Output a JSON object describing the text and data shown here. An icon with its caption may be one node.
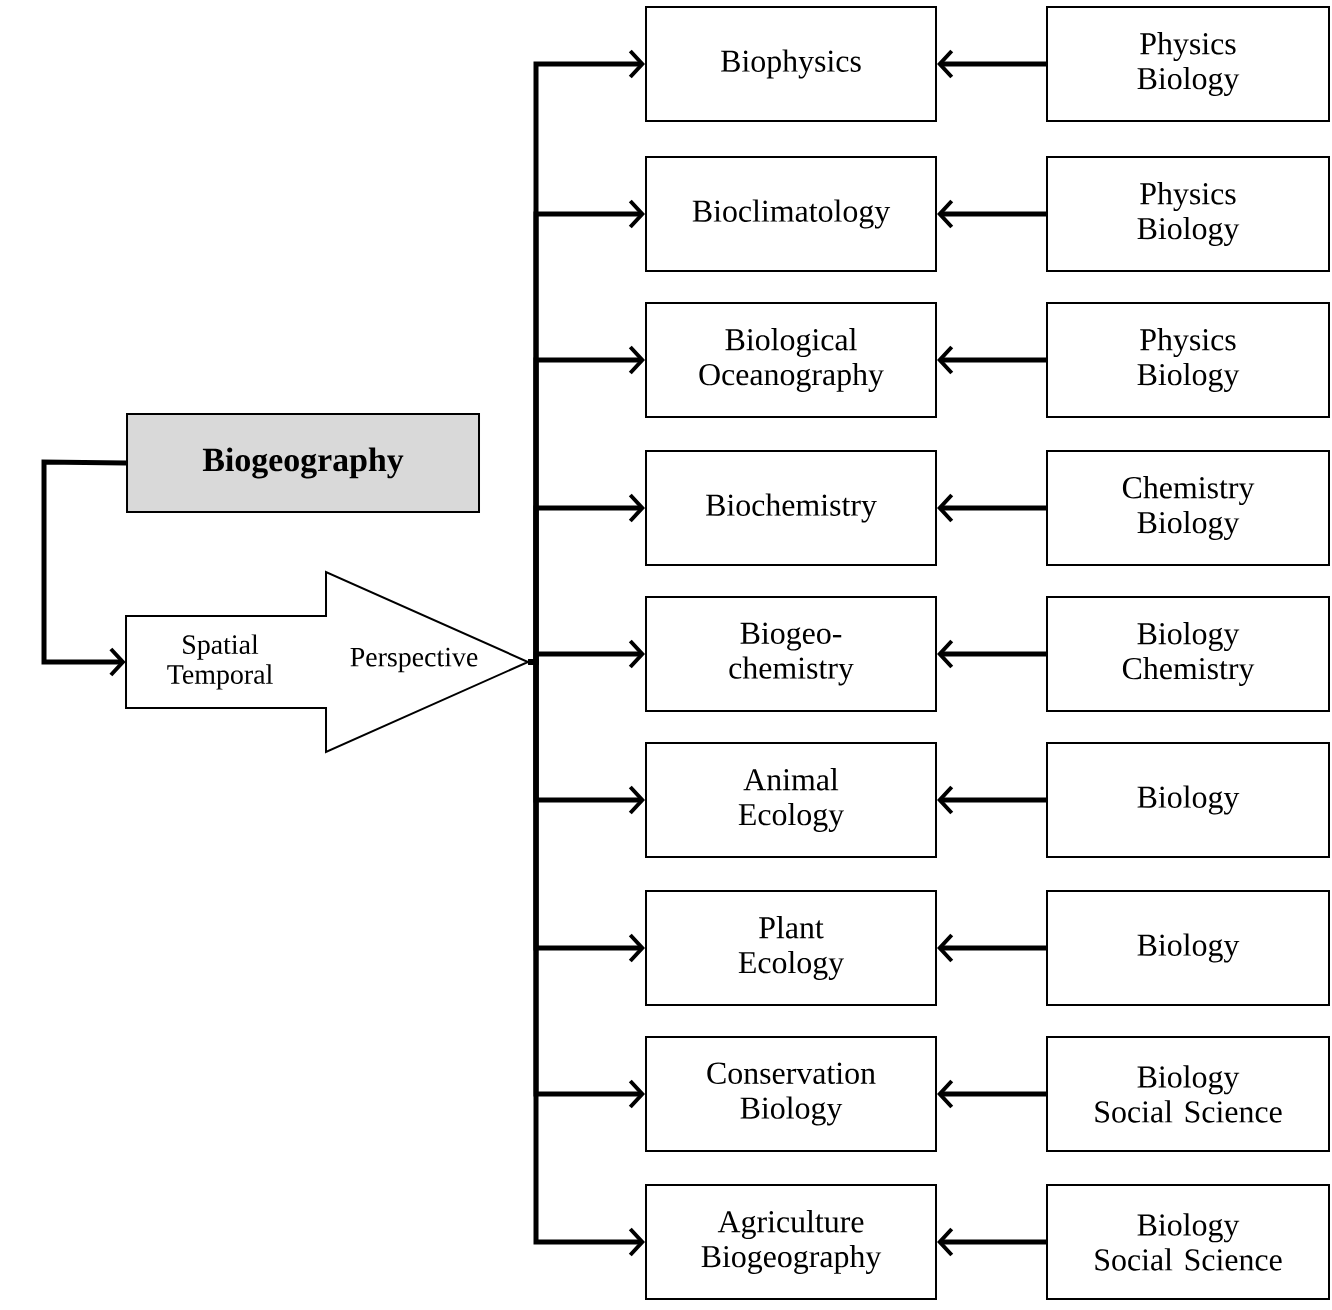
{
  "diagram": {
    "nodes": [
      {
        "text": [
          "Biogeography"
        ]
      },
      {
        "text": [
          "Spatial Temporal",
          "Perspective"
        ]
      },
      {
        "text": [
          "Biophysics"
        ]
      },
      {
        "text": [
          "Physics Biology"
        ]
      },
      {
        "text": [
          "Bioclimatology"
        ]
      },
      {
        "text": [
          "Physics Biology"
        ]
      },
      {
        "text": [
          "Biological Oceanography"
        ]
      },
      {
        "text": [
          "Physics Biology"
        ]
      },
      {
        "text": [
          "Biochemistry"
        ]
      },
      {
        "text": [
          "Chemistry Biology"
        ]
      },
      {
        "text": [
          "Biogeo- chemistry"
        ]
      },
      {
        "text": [
          "Biology Chemistry"
        ]
      },
      {
        "text": [
          "Animal Ecology"
        ]
      },
      {
        "text": [
          "Biology"
        ]
      },
      {
        "text": [
          "Plant Ecology"
        ]
      },
      {
        "text": [
          "Biology"
        ]
      },
      {
        "text": [
          "Conservation Biology"
        ]
      },
      {
        "text": [
          "Biology Social Science"
        ]
      },
      {
        "text": [
          "Agriculture Biogeography"
        ]
      },
      {
        "text": [
          "Biology Social Science"
        ]
      }
    ],
    "edges": [
      {
        "from": 0,
        "to": 1,
        "arrow": "to"
      },
      {
        "from": 1,
        "to": 2,
        "arrow": "to"
      },
      {
        "from": 1,
        "to": 4,
        "arrow": "to"
      },
      {
        "from": 1,
        "to": 6,
        "arrow": "to"
      },
      {
        "from": 1,
        "to": 8,
        "arrow": "to"
      },
      {
        "from": 1,
        "to": 10,
        "arrow": "to"
      },
      {
        "from": 1,
        "to": 12,
        "arrow": "to"
      },
      {
        "from": 1,
        "to": 14,
        "arrow": "to"
      },
      {
        "from": 1,
        "to": 16,
        "arrow": "to"
      },
      {
        "from": 1,
        "to": 18,
        "arrow": "to"
      },
      {
        "from": 3,
        "to": 2,
        "arrow": "to"
      },
      {
        "from": 5,
        "to": 4,
        "arrow": "to"
      },
      {
        "from": 7,
        "to": 6,
        "arrow": "to"
      },
      {
        "from": 9,
        "to": 8,
        "arrow": "to"
      },
      {
        "from": 11,
        "to": 10,
        "arrow": "to"
      },
      {
        "from": 13,
        "to": 12,
        "arrow": "to"
      },
      {
        "from": 15,
        "to": 14,
        "arrow": "to"
      },
      {
        "from": 17,
        "to": 16,
        "arrow": "to"
      },
      {
        "from": 19,
        "to": 18,
        "arrow": "to"
      }
    ]
  }
}
